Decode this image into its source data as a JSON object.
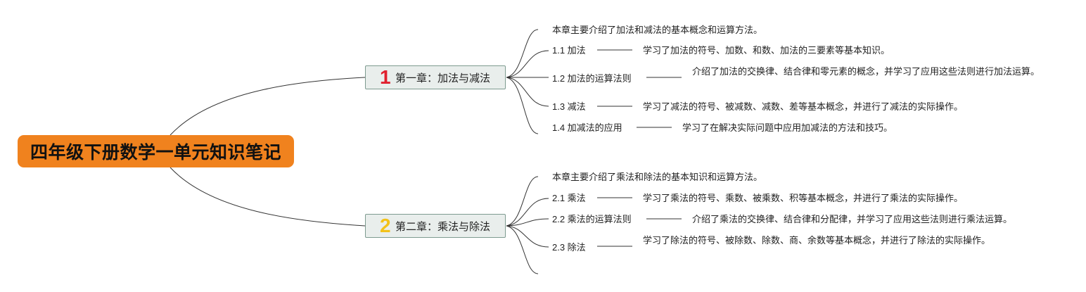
{
  "root": {
    "title": "四年级下册数学一单元知识笔记",
    "color": "#f0821e"
  },
  "chapters": [
    {
      "number": "1",
      "number_color": "#e0202e",
      "title": "第一章：加法与减法",
      "summary": "本章主要介绍了加法和减法的基本概念和运算方法。",
      "sections": [
        {
          "label": "1.1 加法",
          "detail": "学习了加法的符号、加数、和数、加法的三要素等基本知识。"
        },
        {
          "label": "1.2 加法的运算法则",
          "detail": "介绍了加法的交换律、结合律和零元素的概念，并学习了应用这些法则进行加法运算。"
        },
        {
          "label": "1.3 减法",
          "detail": "学习了减法的符号、被减数、减数、差等基本概念，并进行了减法的实际操作。"
        },
        {
          "label": "1.4 加减法的应用",
          "detail": "学习了在解决实际问题中应用加减法的方法和技巧。"
        }
      ]
    },
    {
      "number": "2",
      "number_color": "#f3c21a",
      "title": "第二章：乘法与除法",
      "summary": "本章主要介绍了乘法和除法的基本知识和运算方法。",
      "sections": [
        {
          "label": "2.1 乘法",
          "detail": "学习了乘法的符号、乘数、被乘数、积等基本概念，并进行了乘法的实际操作。"
        },
        {
          "label": "2.2 乘法的运算法则",
          "detail": "介绍了乘法的交换律、结合律和分配律，并学习了应用这些法则进行乘法运算。"
        },
        {
          "label": "2.3 除法",
          "detail": "学习了除法的符号、被除数、除数、商、余数等基本概念，并进行了除法的实际操作。"
        }
      ]
    }
  ]
}
